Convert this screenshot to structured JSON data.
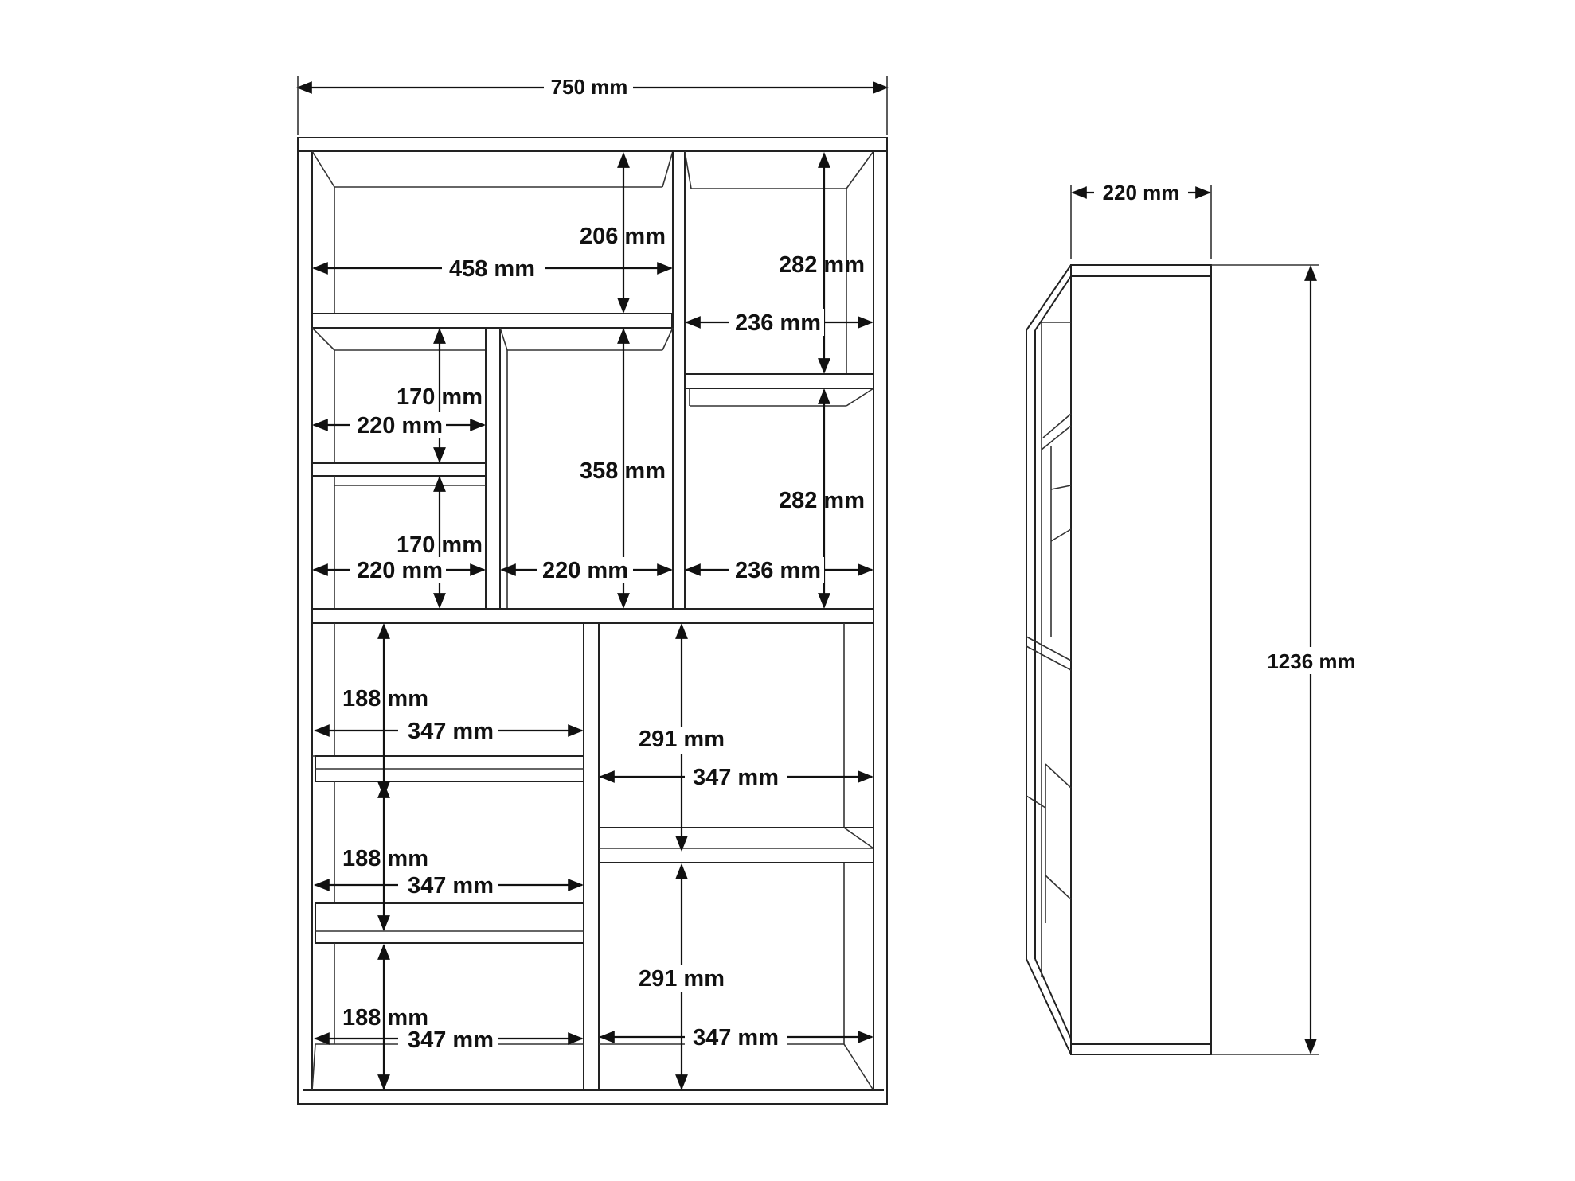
{
  "front_view": {
    "overall_width": "750 mm",
    "top_left_width": "458 mm",
    "top_left_height": "206 mm",
    "top_right_height": "282 mm",
    "top_right_width": "236 mm",
    "small_left_upper_height": "170 mm",
    "small_left_upper_width": "220 mm",
    "small_left_lower_height": "170 mm",
    "small_left_lower_width": "220 mm",
    "middle_height": "358 mm",
    "middle_width": "220 mm",
    "right_lower_height": "282 mm",
    "right_lower_width": "236 mm",
    "bottom_left_1_height": "188 mm",
    "bottom_left_1_width": "347 mm",
    "bottom_left_2_height": "188 mm",
    "bottom_left_2_width": "347 mm",
    "bottom_left_3_height": "188 mm",
    "bottom_left_3_width": "347 mm",
    "bottom_right_1_height": "291 mm",
    "bottom_right_1_width": "347 mm",
    "bottom_right_2_height": "291 mm",
    "bottom_right_2_width": "347 mm"
  },
  "side_view": {
    "depth": "220 mm",
    "height": "1236 mm"
  }
}
